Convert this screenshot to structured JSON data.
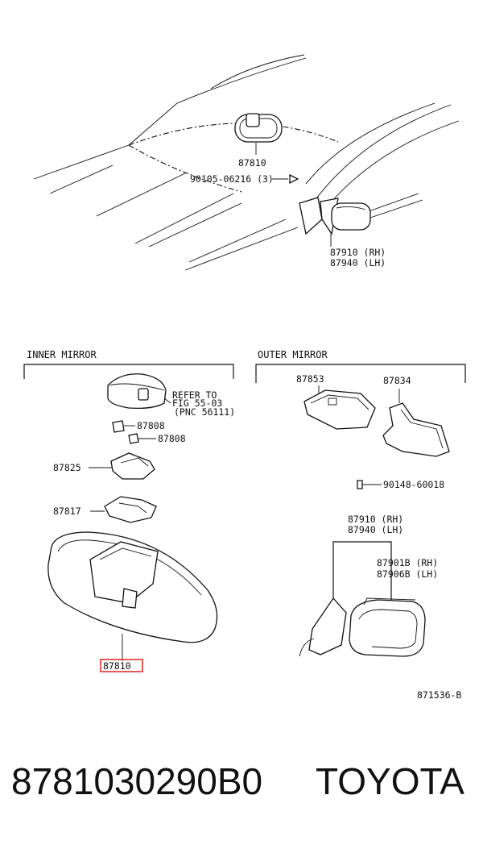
{
  "labels": {
    "top_mirror": "87810",
    "top_bolt": "90105-06216 (3)",
    "top_outer_rh": "87910 (RH)",
    "top_outer_lh": "87940 (LH)",
    "inner_header": "INNER MIRROR",
    "outer_header": "OUTER MIRROR",
    "refer_1": "REFER TO",
    "refer_2": "FIG 55-03",
    "refer_3": "(PNC 56111)",
    "clip_a": "87808",
    "clip_b": "87808",
    "cover_a": "87825",
    "cover_b": "87817",
    "inner_mirror_highlight": "87810",
    "outer_cover": "87853",
    "outer_bracket": "87834",
    "outer_screw": "90148-60018",
    "outer_rh": "87910 (RH)",
    "outer_lh": "87940 (LH)",
    "outer_glass_rh": "87901B (RH)",
    "outer_glass_lh": "87906B (LH)",
    "figure_id": "871536-B"
  },
  "footer": {
    "part_number": "8781030290B0",
    "brand": "TOYOTA"
  },
  "colors": {
    "highlight": "#e0342b"
  }
}
